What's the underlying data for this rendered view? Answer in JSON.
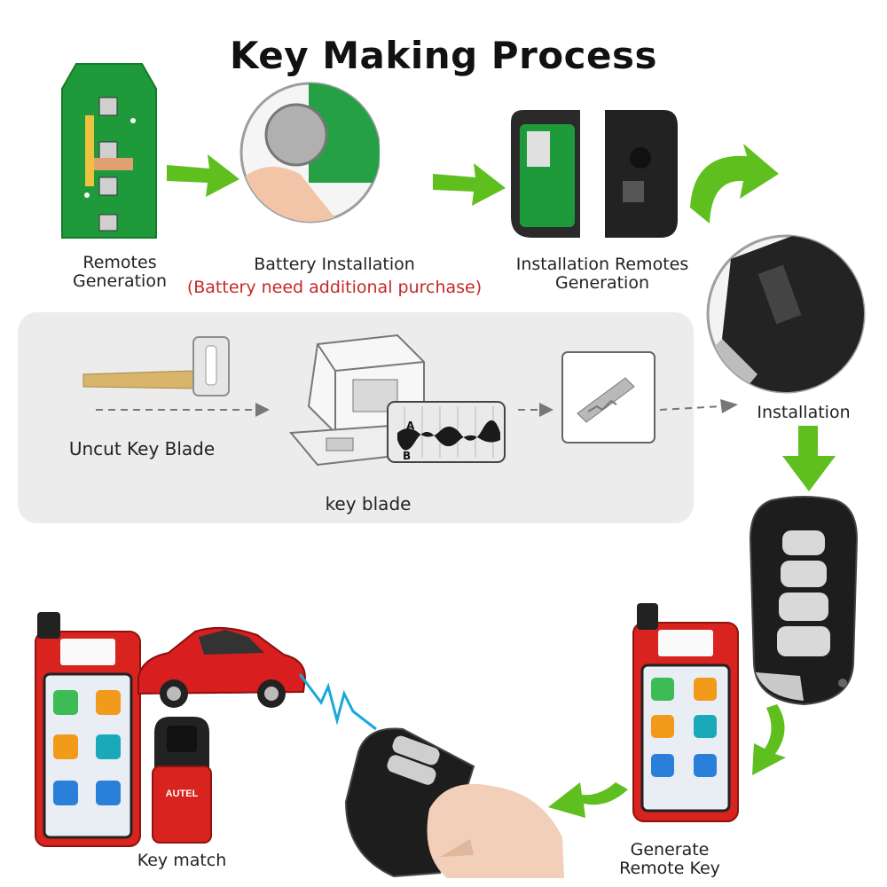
{
  "title": "Key Making Process",
  "steps": {
    "remotes_generation": [
      "Remotes",
      "Generation"
    ],
    "battery_installation": "Battery Installation",
    "battery_note": "(Battery need additional purchase)",
    "installation_remotes_generation": [
      "Installation Remotes",
      "Generation"
    ],
    "installation": "Installation",
    "uncut_key_blade": "Uncut Key  Blade",
    "key_blade": "key blade",
    "generate_remote_key": [
      "Generate",
      "Remote Key"
    ],
    "key_match": "Key match"
  },
  "cut_chart": {
    "label_a": "A",
    "label_b": "B"
  },
  "device_logo": "AUTEL",
  "colors": {
    "arrow_green": "#5fbf1f",
    "pcb_green": "#1f9a3a",
    "device_red": "#d8231e",
    "note_red": "#c62828",
    "panel_gray": "#ececec"
  }
}
